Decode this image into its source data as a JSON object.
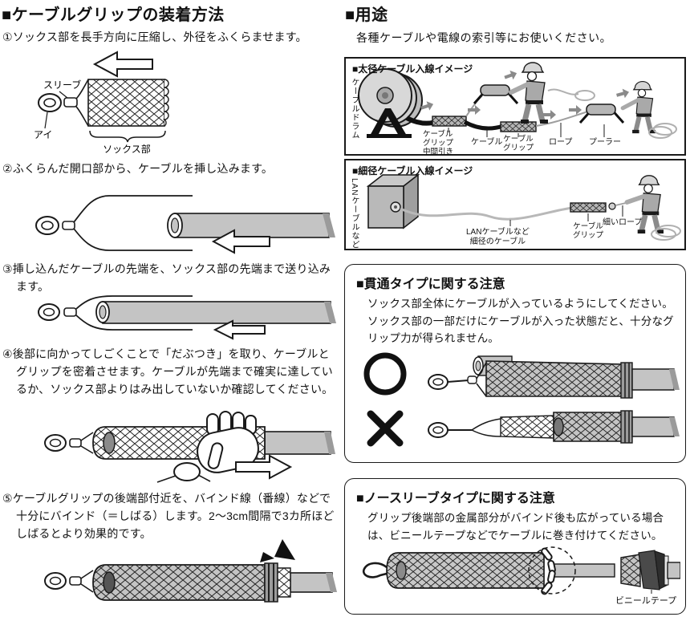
{
  "left": {
    "title": "■ケーブルグリップの装着方法",
    "steps": [
      "①ソックス部を長手方向に圧縮し、外径をふくらませます。",
      "②ふくらんだ開口部から、ケーブルを挿し込みます。",
      "③挿し込んだケーブルの先端を、ソックス部の先端まで送り込みます。",
      "④後部に向かってしごくことで「だぶつき」を取り、ケーブルとグリップを密着させます。ケーブルが先端まで確実に達しているか、ソックス部よりはみ出していないか確認してください。",
      "⑤ケーブルグリップの後端部付近を、バインド線（番線）などで十分にバインド（＝しばる）します。2～3cm間隔で3カ所ほどしばるとより効果的です。"
    ],
    "fig1": {
      "sleeve": "スリーブ",
      "eye": "アイ",
      "sock": "ソックス部"
    }
  },
  "right": {
    "title": "■用途",
    "subtitle": "各種ケーブルや電線の索引等にお使いください。",
    "thick": {
      "title": "■太径ケーブル入線イメージ",
      "drum": "ケーブルドラム",
      "grip_mid1": "ケーブル",
      "grip_mid2": "グリップ",
      "grip_mid3": "中間引き",
      "cable": "ケーブル",
      "grip1": "ケーブル",
      "grip2": "グリップ",
      "rope": "ロープ",
      "puller": "プーラー"
    },
    "thin": {
      "title": "■細径ケーブル入線イメージ",
      "lan_v": "LANケーブルなど",
      "lan1": "LANケーブルなど",
      "lan2": "細径のケーブル",
      "grip1": "ケーブル",
      "grip2": "グリップ",
      "thin_rope": "細いロープ"
    },
    "through": {
      "title": "■貫通タイプに関する注意",
      "body": "ソックス部全体にケーブルが入っているようにしてください。ソックス部の一部だけにケーブルが入った状態だと、十分なグリップ力が得られません。"
    },
    "nosleeve": {
      "title": "■ノースリーブタイプに関する注意",
      "body": "グリップ後端部の金属部分がバインド後も広がっている場合は、ビニールテープなどでケーブルに巻き付けてください。",
      "tape": "ビニールテープ"
    }
  }
}
